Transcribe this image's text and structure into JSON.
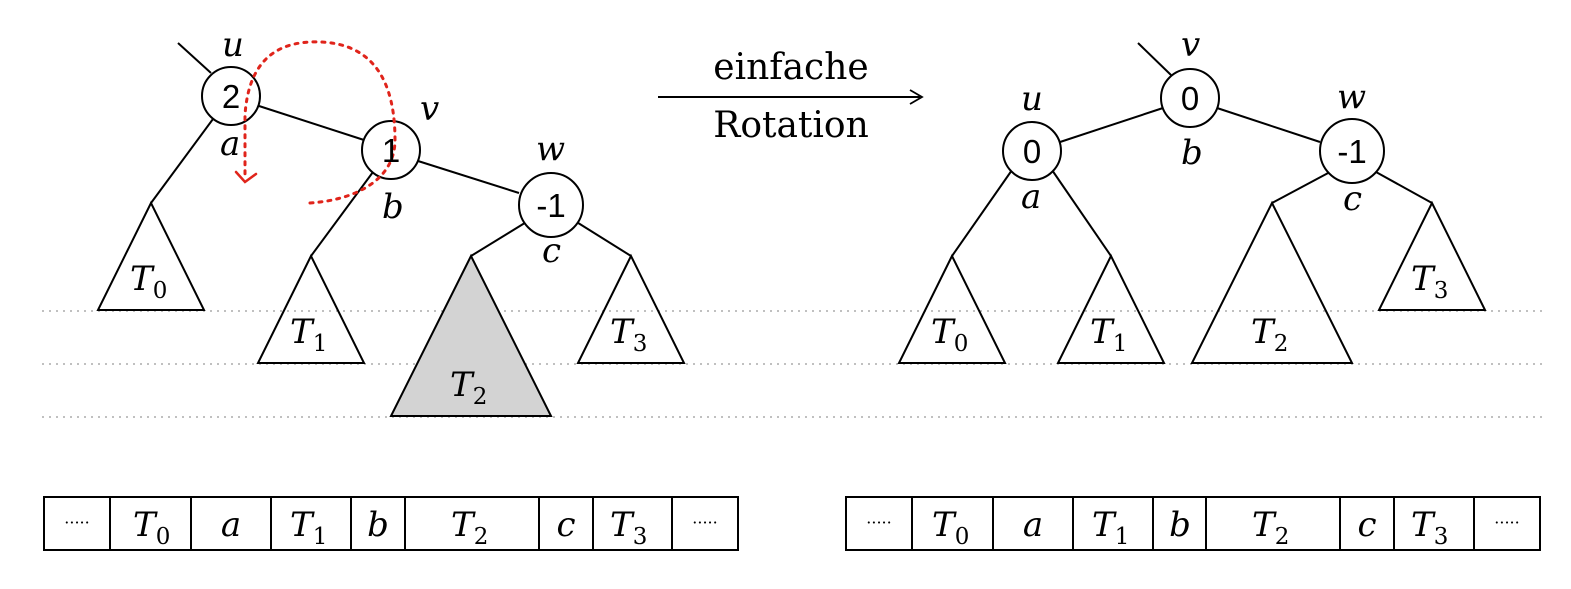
{
  "arrow": {
    "line1": "einfache",
    "line2": "Rotation"
  },
  "before": {
    "nodes": {
      "u": {
        "name": "u",
        "balance": "2",
        "key": "a"
      },
      "v": {
        "name": "v",
        "balance": "1",
        "key": "b"
      },
      "w": {
        "name": "w",
        "balance": "-1",
        "key": "c"
      }
    },
    "subtrees": {
      "t0": "T",
      "t1": "T",
      "t2": "T",
      "t3": "T",
      "s0": "0",
      "s1": "1",
      "s2": "2",
      "s3": "3"
    },
    "array": {
      "dots_left": "·····",
      "t0": "T",
      "s0": "0",
      "a": "a",
      "t1": "T",
      "s1": "1",
      "b": "b",
      "t2": "T",
      "s2": "2",
      "c": "c",
      "t3": "T",
      "s3": "3",
      "dots_right": "·····"
    }
  },
  "after": {
    "nodes": {
      "v": {
        "name": "v",
        "balance": "0",
        "key": "b"
      },
      "u": {
        "name": "u",
        "balance": "0",
        "key": "a"
      },
      "w": {
        "name": "w",
        "balance": "-1",
        "key": "c"
      }
    },
    "subtrees": {
      "t0": "T",
      "t1": "T",
      "t2": "T",
      "t3": "T",
      "s0": "0",
      "s1": "1",
      "s2": "2",
      "s3": "3"
    },
    "array": {
      "dots_left": "·····",
      "t0": "T",
      "s0": "0",
      "a": "a",
      "t1": "T",
      "s1": "1",
      "b": "b",
      "t2": "T",
      "s2": "2",
      "c": "c",
      "t3": "T",
      "s3": "3",
      "dots_right": "·····"
    }
  },
  "colors": {
    "ink": "#000000",
    "highlight": "#d3d3d3",
    "rotation": "#e0241b",
    "guide": "#9a9a9a"
  }
}
